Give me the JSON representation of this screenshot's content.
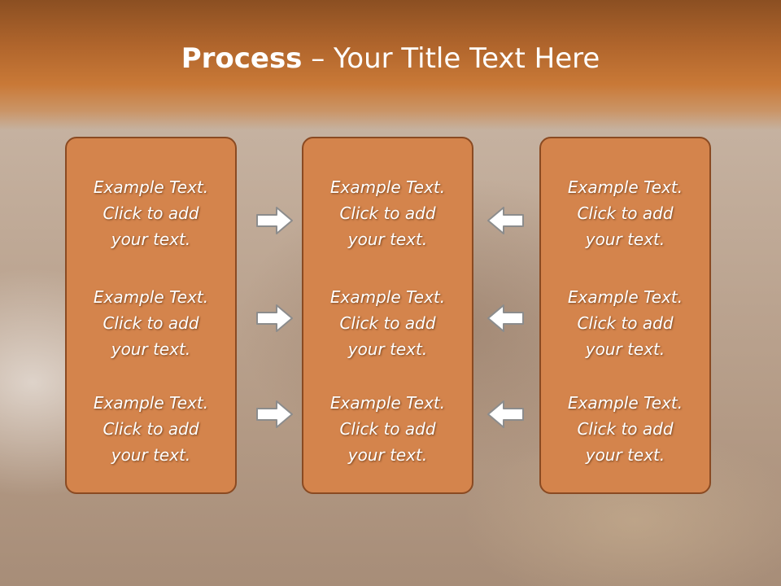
{
  "title": {
    "bold": "Process",
    "rest": " – Your Title Text Here"
  },
  "columns": [
    {
      "items": [
        {
          "l1": "Example Text.",
          "l2": "Click  to add",
          "l3": "your text."
        },
        {
          "l1": "Example Text.",
          "l2": "Click  to add",
          "l3": "your text."
        },
        {
          "l1": "Example Text.",
          "l2": "Click  to add",
          "l3": "your text."
        }
      ]
    },
    {
      "items": [
        {
          "l1": "Example Text.",
          "l2": "Click  to add",
          "l3": "your text."
        },
        {
          "l1": "Example Text.",
          "l2": "Click  to add",
          "l3": "your text."
        },
        {
          "l1": "Example Text.",
          "l2": "Click  to add",
          "l3": "your text."
        }
      ]
    },
    {
      "items": [
        {
          "l1": "Example Text.",
          "l2": "Click  to add",
          "l3": "your text."
        },
        {
          "l1": "Example Text.",
          "l2": "Click  to add",
          "l3": "your text."
        },
        {
          "l1": "Example Text.",
          "l2": "Click  to add",
          "l3": "your text."
        }
      ]
    }
  ],
  "colors": {
    "header": "#c97937",
    "box_fill": "#d4844c",
    "box_border": "#8a4a22",
    "arrow_fill": "#ffffff",
    "arrow_stroke": "#8c8c8c"
  },
  "icons": {
    "left_arrows": "arrow-right-icon",
    "right_arrows": "arrow-left-icon"
  }
}
